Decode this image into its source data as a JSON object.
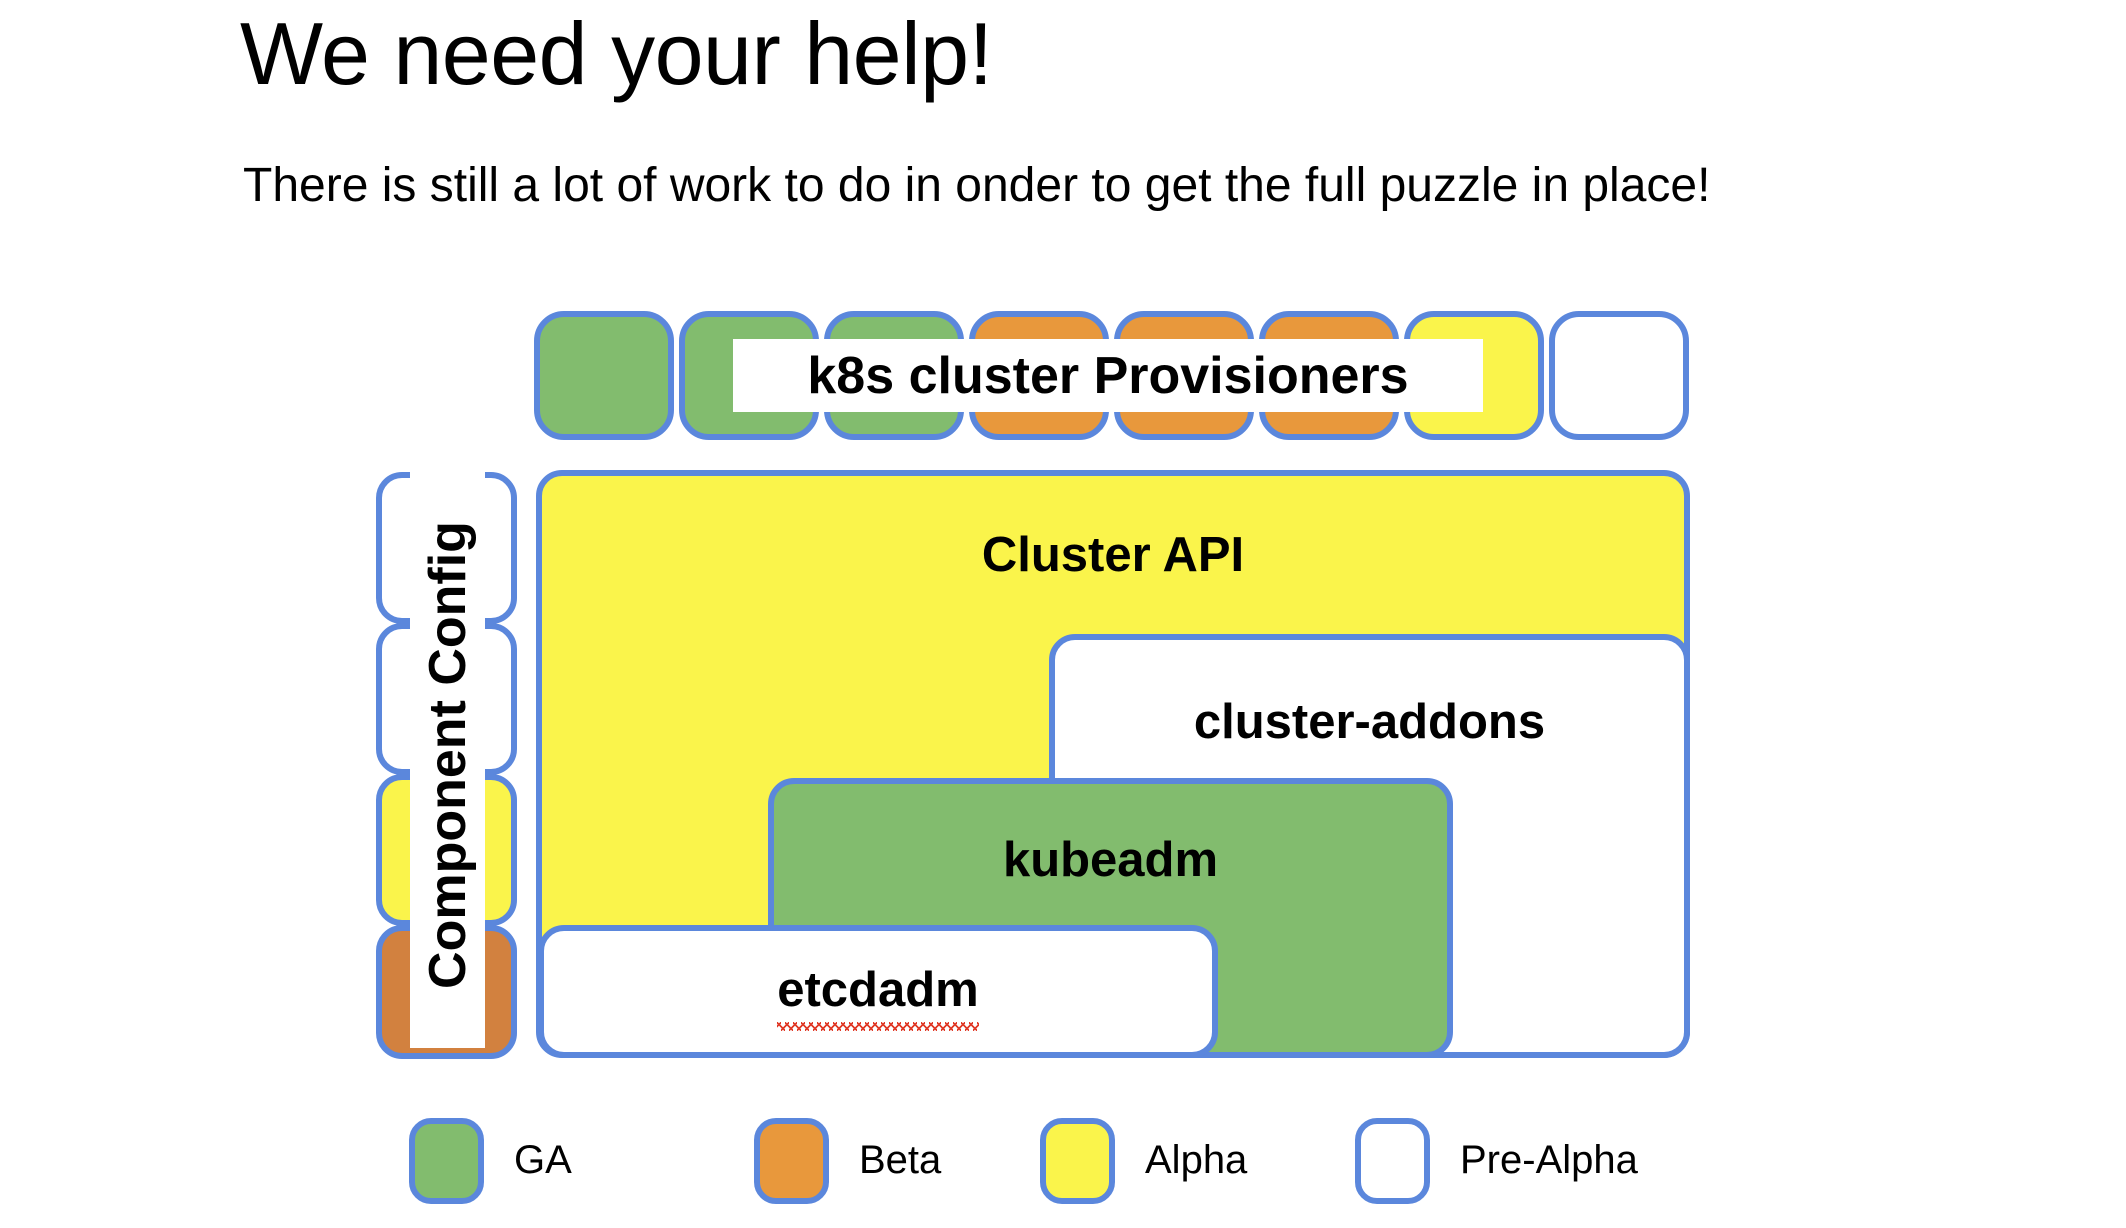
{
  "slide": {
    "title": "We need your help!",
    "subtitle": "There is still a lot of work to do in onder to get the full puzzle in place!"
  },
  "colors": {
    "border": "#5B87DC",
    "ga_green": "#82BC6E",
    "beta_orange": "#E8983C",
    "beta_orange_dark": "#D2813F",
    "alpha_yellow": "#FAF44B",
    "prealpha_white": "#FFFFFF",
    "spellcheck_red": "#E03A28",
    "text": "#000000"
  },
  "diagram": {
    "provisioner_strip": {
      "banner_label": "k8s cluster Provisioners",
      "tiles": [
        {
          "maturity": "GA"
        },
        {
          "maturity": "GA"
        },
        {
          "maturity": "GA"
        },
        {
          "maturity": "Beta"
        },
        {
          "maturity": "Beta"
        },
        {
          "maturity": "Beta"
        },
        {
          "maturity": "Alpha"
        },
        {
          "maturity": "Pre-Alpha"
        }
      ]
    },
    "component_config_strip": {
      "banner_label": "Component Config",
      "tiles": [
        {
          "maturity": "Pre-Alpha"
        },
        {
          "maturity": "Pre-Alpha"
        },
        {
          "maturity": "Alpha"
        },
        {
          "maturity": "Beta"
        }
      ]
    },
    "nodes": [
      {
        "label": "Cluster API",
        "maturity": "Alpha"
      },
      {
        "label": "cluster-addons",
        "maturity": "Pre-Alpha"
      },
      {
        "label": "kubeadm",
        "maturity": "GA"
      },
      {
        "label": "etcdadm",
        "maturity": "Pre-Alpha",
        "spellcheck_flagged": true
      }
    ]
  },
  "legend": {
    "items": [
      {
        "label": "GA",
        "maturity": "GA"
      },
      {
        "label": "Beta",
        "maturity": "Beta"
      },
      {
        "label": "Alpha",
        "maturity": "Alpha"
      },
      {
        "label": "Pre-Alpha",
        "maturity": "Pre-Alpha"
      }
    ]
  }
}
